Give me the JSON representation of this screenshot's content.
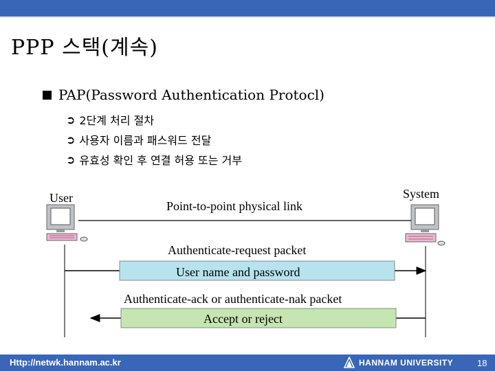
{
  "slide": {
    "title": "PPP 스택(계속)",
    "bullet": "PAP(Password Authentication Protocl)",
    "sub_items": [
      "2단계 처리 절차",
      "사용자 이름과 패스워드 전달",
      "유효성 확인 후 연결 허용 또는 거부"
    ]
  },
  "diagram": {
    "left_label": "User",
    "right_label": "System",
    "link_label": "Point-to-point physical link",
    "request_label": "Authenticate-request packet",
    "request_content": "User name and password",
    "response_label": "Authenticate-ack or authenticate-nak packet",
    "response_content": "Accept or reject",
    "request_color": "#b7e3ef",
    "response_color": "#c5e6b0"
  },
  "footer": {
    "url": "Http://netwk.hannam.ac.kr",
    "university": "HANNAM UNIVERSITY",
    "page": "18",
    "bar_color": "#3a66b8"
  }
}
